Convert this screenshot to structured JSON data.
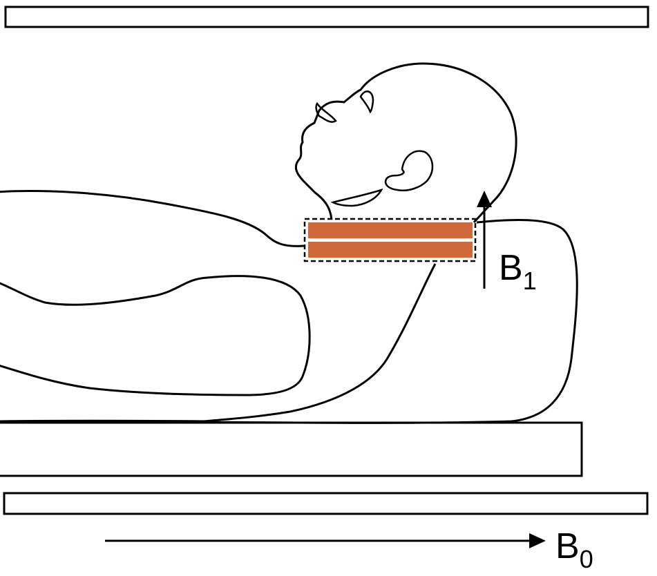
{
  "labels": {
    "b1_base": "B",
    "b1_sub": "1",
    "b0_base": "B",
    "b0_sub": "0"
  },
  "colors": {
    "coil": "#D0693A",
    "outline": "#000000",
    "background": "#FFFFFF"
  }
}
